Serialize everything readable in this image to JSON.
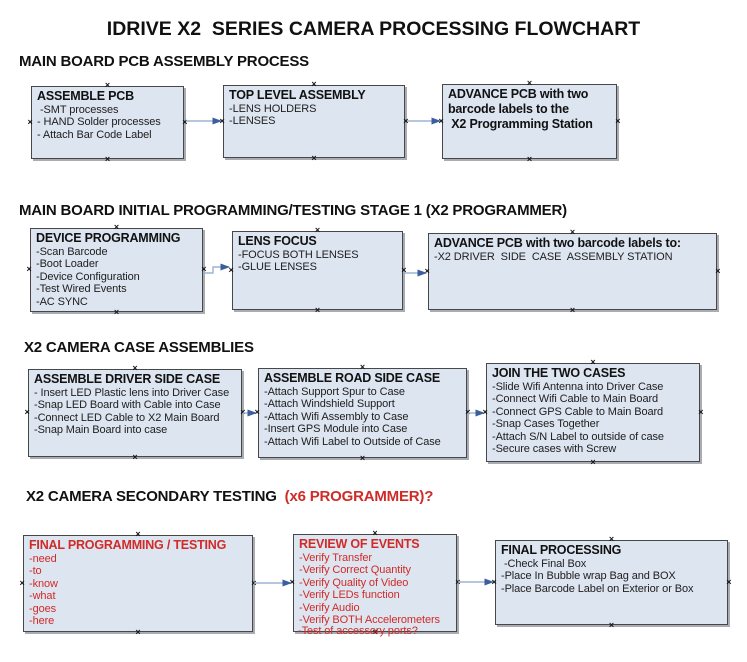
{
  "title": "IDRIVE X2  SERIES CAMERA PROCESSING FLOWCHART",
  "colors": {
    "box_fill": "#dde5f1",
    "box_border": "#474747",
    "box_shadow": "#a9adb3",
    "arrow_line": "#9db3d1",
    "arrow_head": "#3c5e9c",
    "red": "#d02b27",
    "text": "#1a1a1a"
  },
  "sections": [
    {
      "heading": "MAIN BOARD PCB ASSEMBLY PROCESS"
    },
    {
      "heading": "MAIN BOARD INITIAL PROGRAMMING/TESTING STAGE 1 (X2 PROGRAMMER)"
    },
    {
      "heading": "X2 CAMERA CASE ASSEMBLIES"
    },
    {
      "heading": "X2 CAMERA SECONDARY TESTING ",
      "heading_red": " (x6 PROGRAMMER)?"
    }
  ],
  "boxes": {
    "assemble_pcb": {
      "title": "ASSEMBLE PCB",
      "items": [
        " -SMT processes",
        "- HAND Solder processes",
        "- Attach Bar Code Label"
      ]
    },
    "top_level_assembly": {
      "title": "TOP LEVEL ASSEMBLY",
      "items": [
        "-LENS HOLDERS",
        "-LENSES"
      ]
    },
    "advance_pcb_to_programming": {
      "title": "ADVANCE PCB with two barcode labels to the\n X2 Programming Station",
      "items": []
    },
    "device_programming": {
      "title": "DEVICE PROGRAMMING",
      "items": [
        "-Scan Barcode",
        "-Boot Loader",
        "-Device Configuration",
        "-Test Wired Events",
        "-AC SYNC"
      ]
    },
    "lens_focus": {
      "title": "LENS FOCUS",
      "items": [
        "-FOCUS BOTH LENSES",
        "-GLUE LENSES"
      ]
    },
    "advance_pcb_to_case_station": {
      "title": "ADVANCE PCB with two barcode labels to:",
      "items": [
        "-X2 DRIVER  SIDE  CASE  ASSEMBLY STATION"
      ]
    },
    "assemble_driver_side_case": {
      "title": "ASSEMBLE DRIVER SIDE CASE",
      "items": [
        "- Insert LED Plastic lens into Driver Case",
        "-Snap LED Board with Cable into Case",
        "-Connect LED Cable to X2 Main Board",
        "-Snap Main Board into case"
      ]
    },
    "assemble_road_side_case": {
      "title": "ASSEMBLE ROAD SIDE CASE",
      "items": [
        "-Attach Support Spur to Case",
        "-Attach Windshield Support",
        "-Attach Wifi Assembly to Case",
        "-Insert GPS Module into Case",
        "-Attach Wifi Label to Outside of Case"
      ]
    },
    "join_the_two_cases": {
      "title": "JOIN THE TWO CASES",
      "items": [
        "-Slide Wifi Antenna into Driver Case",
        "-Connect Wifi Cable to Main Board",
        "-Connect GPS Cable to Main Board",
        "-Snap Cases Together",
        "-Attach S/N Label to outside of case",
        "-Secure cases with Screw"
      ]
    },
    "final_programming_testing": {
      "title": "FINAL PROGRAMMING / TESTING",
      "items": [
        "-need",
        "-to",
        "-know",
        "-what",
        "-goes",
        "-here"
      ]
    },
    "review_of_events": {
      "title": "REVIEW OF EVENTS",
      "items": [
        "-Verify Transfer",
        "-Verify Correct Quantity",
        "-Verify Quality of Video",
        "-Verify LEDs function",
        "-Verify Audio",
        "-Verify BOTH Accelerometers",
        "-Test of accessory ports?"
      ]
    },
    "final_processing": {
      "title": "FINAL PROCESSING",
      "items": [
        " -Check Final Box",
        "-Place In Bubble wrap Bag and BOX",
        "-Place Barcode Label on Exterior or Box"
      ]
    }
  }
}
